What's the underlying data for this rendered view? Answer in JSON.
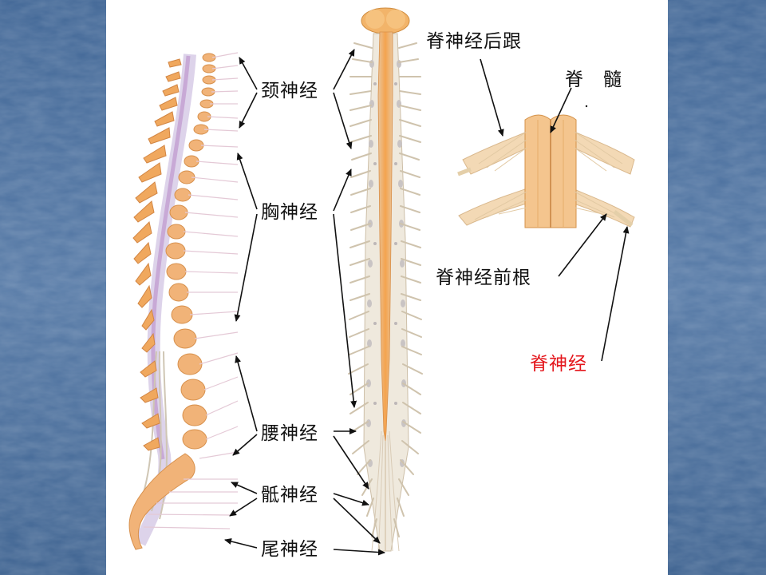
{
  "slide": {
    "frame_color": "#4a6f9d",
    "canvas_color": "#ffffff"
  },
  "labels": {
    "cervical": "颈神经",
    "thoracic": "胸神经",
    "lumbar": "腰神经",
    "sacral": "骶神经",
    "coccygeal": "尾神经",
    "dorsal_root": "脊神经后跟",
    "spinal_cord": "脊　髓",
    "ventral_root": "脊神经前根",
    "spinal_nerve": "脊神经"
  },
  "colors": {
    "bone": "#f0b77a",
    "bone_dark": "#d98f48",
    "cord": "#e8a05a",
    "nerve": "#d8cfc0",
    "disc": "#d9cde8",
    "highlight": "#e4161c"
  }
}
